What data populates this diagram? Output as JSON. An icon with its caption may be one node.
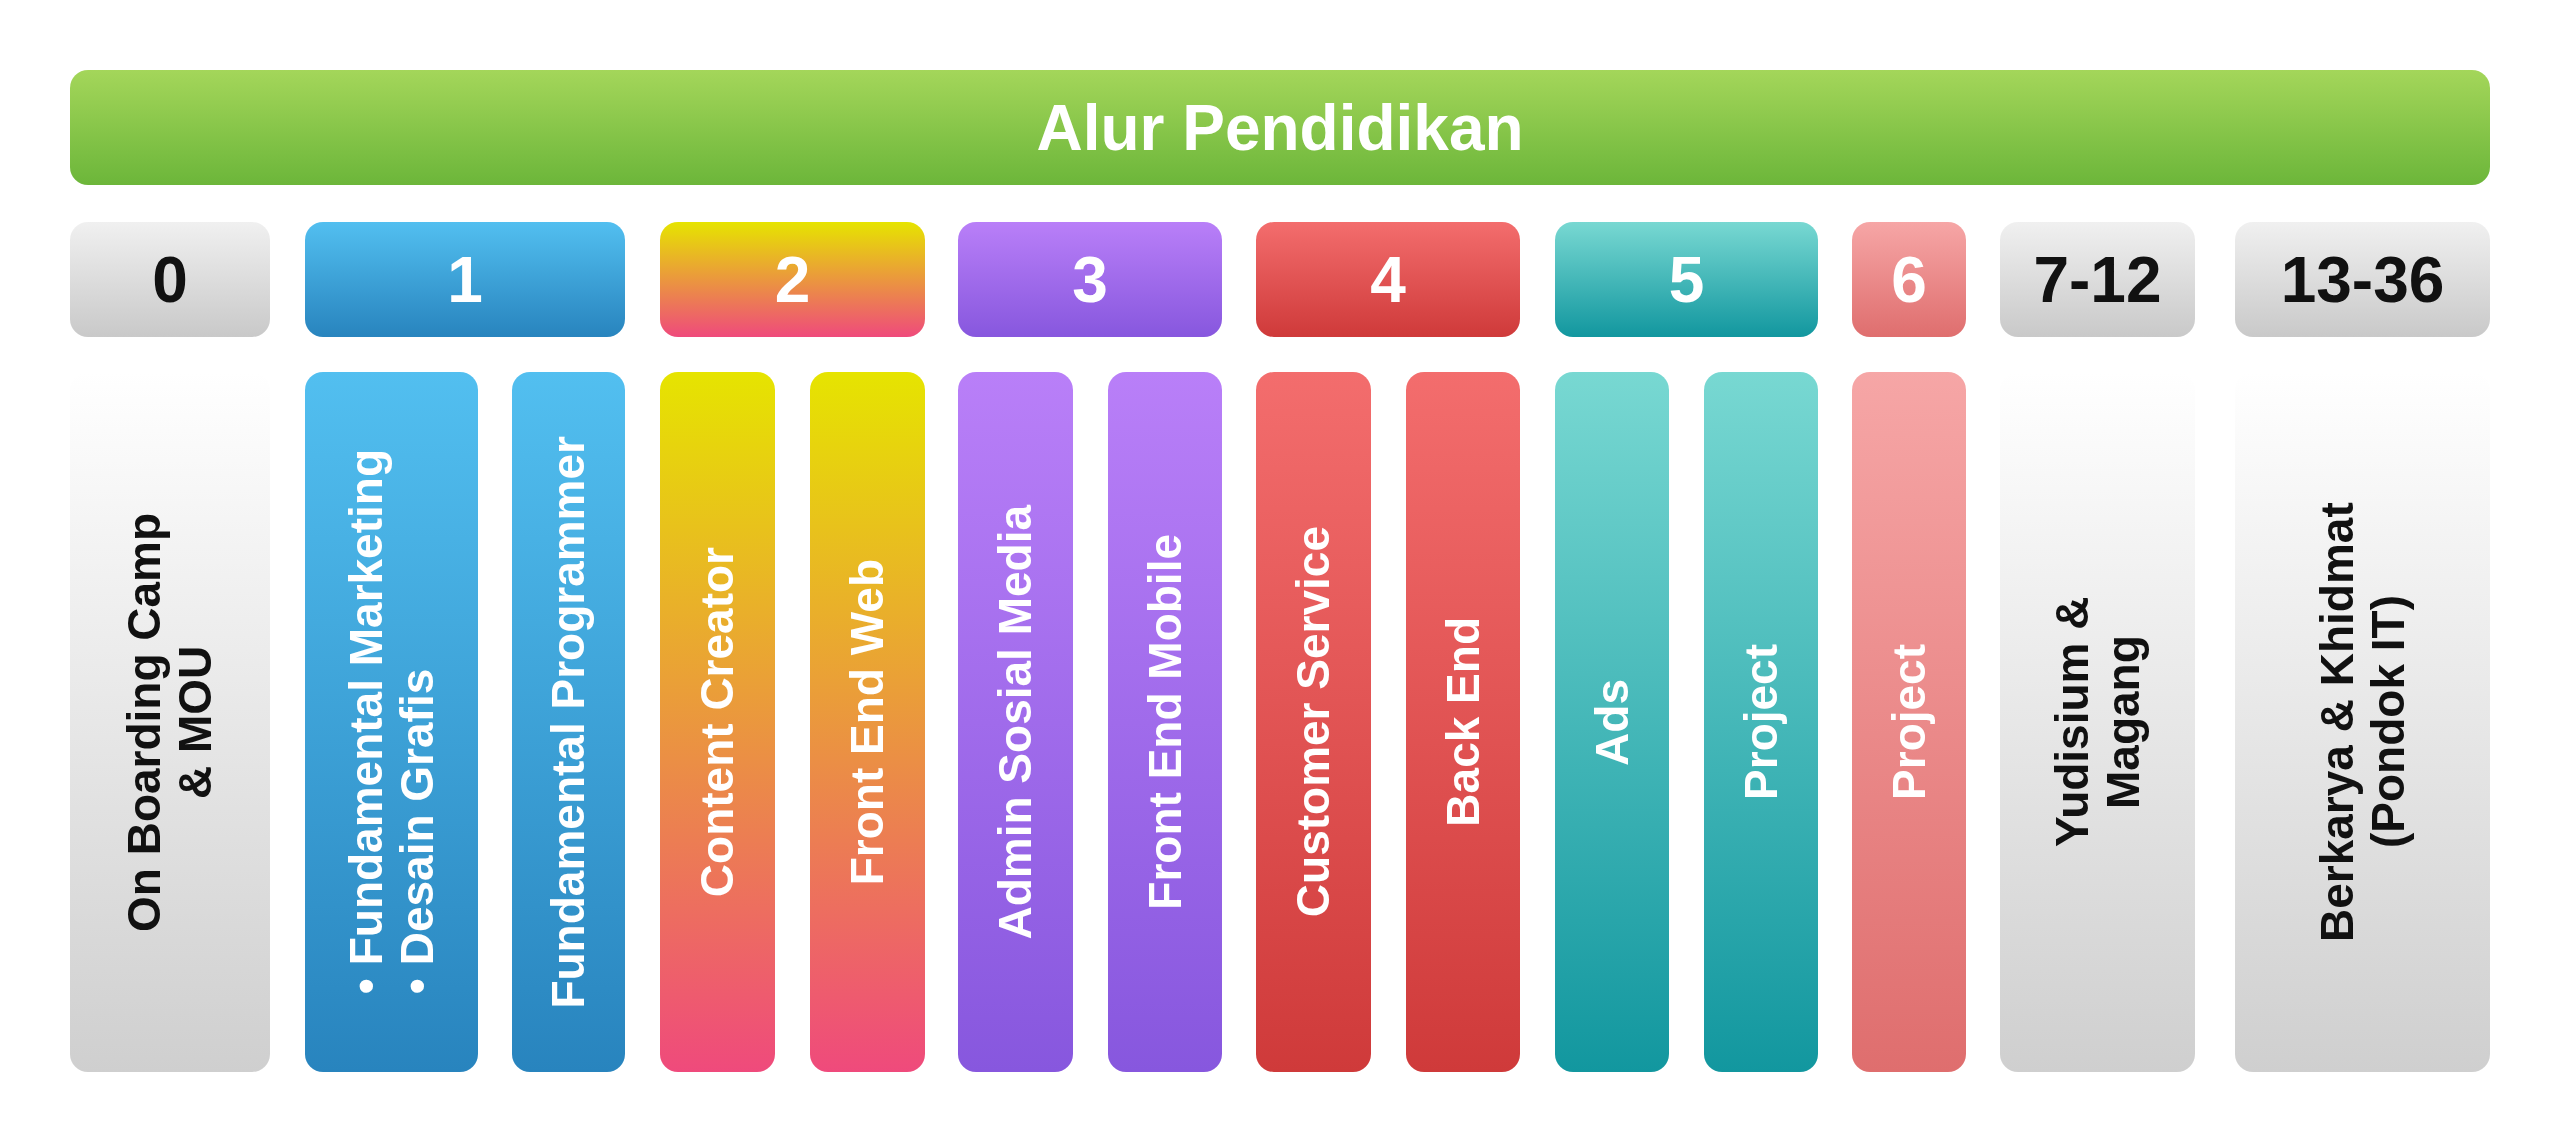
{
  "diagram": {
    "title": "Alur Pendidikan",
    "nodes": [
      {
        "text": [
          "0"
        ]
      },
      {
        "text": [
          "1"
        ]
      },
      {
        "text": [
          "2"
        ]
      },
      {
        "text": [
          "3"
        ]
      },
      {
        "text": [
          "4"
        ]
      },
      {
        "text": [
          "5"
        ]
      },
      {
        "text": [
          "6"
        ]
      },
      {
        "text": [
          "7-12"
        ]
      },
      {
        "text": [
          "13-36"
        ]
      },
      {
        "text": [
          "On Boarding Camp & MOU"
        ]
      },
      {
        "text": [
          "• Fundamental Marketing",
          "• Desain Grafis"
        ]
      },
      {
        "text": [
          "Fundamental Programmer"
        ]
      },
      {
        "text": [
          "Content Creator"
        ]
      },
      {
        "text": [
          "Front End Web"
        ]
      },
      {
        "text": [
          "Admin Sosial Media"
        ]
      },
      {
        "text": [
          "Front End Mobile"
        ]
      },
      {
        "text": [
          "Customer Service"
        ]
      },
      {
        "text": [
          "Back End"
        ]
      },
      {
        "text": [
          "Ads"
        ]
      },
      {
        "text": [
          "Project"
        ]
      },
      {
        "text": [
          "Project"
        ]
      },
      {
        "text": [
          "Yudisium & Magang"
        ]
      },
      {
        "text": [
          "Berkarya & Khidmat (Pondok IT)"
        ]
      }
    ],
    "edges": []
  }
}
